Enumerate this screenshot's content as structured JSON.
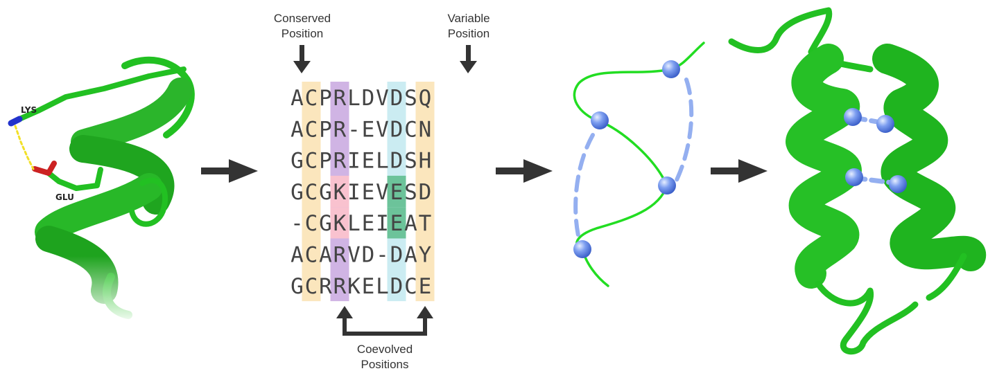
{
  "left_panel": {
    "atom_labels": [
      "LYS",
      "GLU"
    ]
  },
  "alignment": {
    "rows": [
      "ACPRLDVDSQ",
      "ACPR-EVDCN",
      "GCPRIELDSH",
      "GCGKIEVESD",
      "-CGKLEIEAT",
      "ACARVD-DAY",
      "GCRRKELDCE"
    ],
    "column_highlights": [
      {
        "column": 1,
        "color": "#fbe6bd"
      },
      {
        "column": 3,
        "color": "#d0b4e4"
      },
      {
        "column": 7,
        "color": "#cbecf2"
      },
      {
        "column": 9,
        "color": "#fbe6bd"
      }
    ],
    "cell_highlights": [
      {
        "row": 3,
        "column": 3,
        "color": "#f9c2cf"
      },
      {
        "row": 4,
        "column": 3,
        "color": "#f9c2cf"
      },
      {
        "row": 3,
        "column": 7,
        "color": "#6cc39a"
      },
      {
        "row": 4,
        "column": 7,
        "color": "#6cc39a"
      }
    ],
    "labels": {
      "conserved_line1": "Conserved",
      "conserved_line2": "Position",
      "variable_line1": "Variable",
      "variable_line2": "Position",
      "coevolved_line1": "Coevolved",
      "coevolved_line2": "Positions"
    }
  },
  "colors": {
    "protein_green": "#22c022",
    "contact_blue": "#8aa8ee",
    "arrow": "#333333"
  }
}
